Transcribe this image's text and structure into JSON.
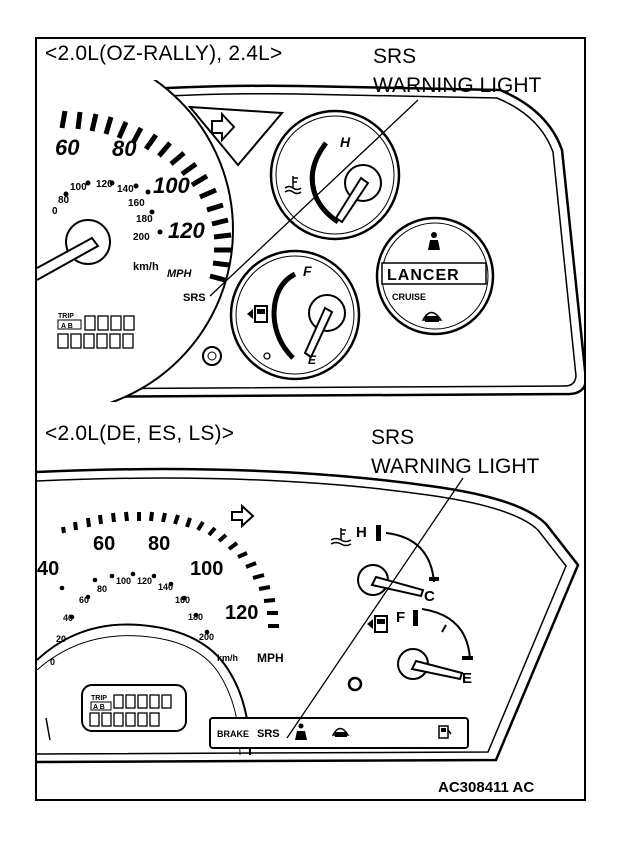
{
  "top_panel": {
    "variant_label": "<2.0L(OZ-RALLY), 2.4L>",
    "callout_line1": "SRS",
    "callout_line2": "WARNING LIGHT",
    "speedo_labels": [
      "60",
      "80",
      "100",
      "120"
    ],
    "kmh_labels": [
      "80",
      "100",
      "120",
      "140",
      "160",
      "180",
      "200"
    ],
    "kmh_zero": "0",
    "unit_kmh": "km/h",
    "unit_mph": "MPH",
    "srs_label": "SRS",
    "trip_label": "TRIP",
    "trip_ab": "A B",
    "temp_h": "H",
    "fuel_f": "F",
    "fuel_e": "E",
    "brand": "LANCER",
    "cruise": "CRUISE"
  },
  "bottom_panel": {
    "variant_label": "<2.0L(DE, ES, LS)>",
    "callout_line1": "SRS",
    "callout_line2": "WARNING LIGHT",
    "speedo_labels": [
      "40",
      "60",
      "80",
      "100",
      "120"
    ],
    "kmh_labels": [
      "20",
      "40",
      "60",
      "80",
      "100",
      "120",
      "140",
      "160",
      "180",
      "200"
    ],
    "kmh_zero": "0",
    "unit_kmh": "km/h",
    "unit_mph": "MPH",
    "trip_label": "TRIP",
    "trip_ab": "A B",
    "temp_h": "H",
    "temp_c": "C",
    "fuel_f": "F",
    "fuel_e": "E",
    "brake": "BRAKE",
    "srs": "SRS"
  },
  "figure_id": "AC308411 AC"
}
